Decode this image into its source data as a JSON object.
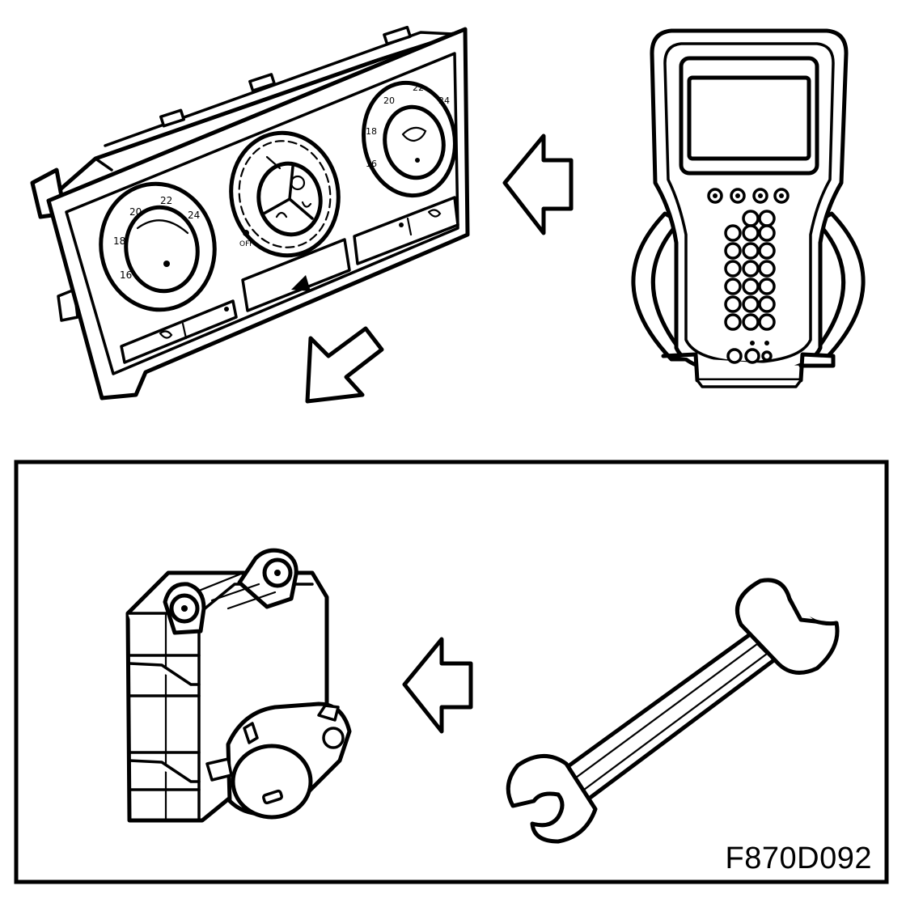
{
  "figure_code": "F870D092",
  "dial_labels": {
    "left": [
      "16",
      "18",
      "20",
      "22",
      "24"
    ],
    "right": [
      "16",
      "18",
      "20",
      "22",
      "24"
    ],
    "fan_off": "OFF"
  },
  "icons": {
    "climate_panel": "climate-control-panel-icon",
    "scan_tool": "diagnostic-scan-tool-icon",
    "actuator": "damper-actuator-motor-icon",
    "wrench": "open-end-wrench-icon",
    "arrow": "hollow-arrow-icon"
  },
  "colors": {
    "line": "#000000",
    "fill": "#ffffff"
  }
}
